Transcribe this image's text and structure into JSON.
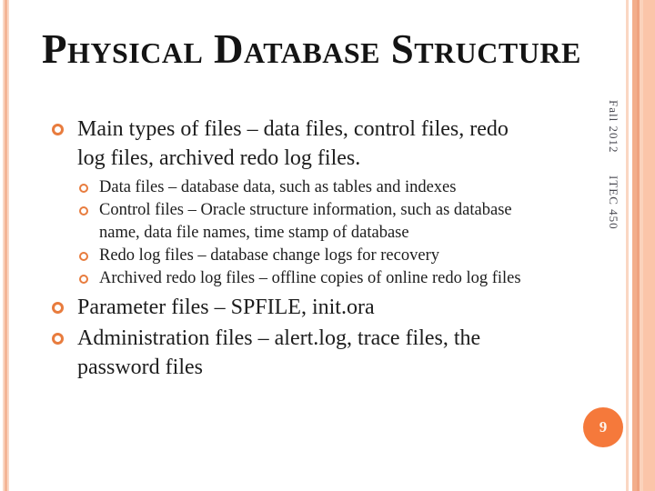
{
  "slide": {
    "title": "Physical Database Structure",
    "bullets": [
      {
        "level": 1,
        "lines": [
          "Main types of files – data files, control files, redo",
          "log files, archived redo log files."
        ]
      },
      {
        "level": 2,
        "lines": [
          "Data files – database data, such as tables and indexes"
        ]
      },
      {
        "level": 2,
        "lines": [
          "Control files – Oracle structure information, such as database",
          "name, data file names, time stamp of database"
        ]
      },
      {
        "level": 2,
        "lines": [
          "Redo log files – database change logs for recovery"
        ]
      },
      {
        "level": 2,
        "lines": [
          "Archived redo log files – offline copies of online redo log files"
        ]
      },
      {
        "level": 1,
        "lines": [
          "Parameter files – SPFILE, init.ora"
        ]
      },
      {
        "level": 1,
        "lines": [
          "Administration files – alert.log, trace files, the",
          "password files"
        ]
      }
    ]
  },
  "sidebar": {
    "date": "Fall 2012",
    "course": "ITEC 450"
  },
  "page_number": "9",
  "colors": {
    "bullet_ring": "#e87c3e",
    "page_circle": "#f5793b",
    "stripe_medium": "#f3b495",
    "stripe_light": "#fad8c6",
    "right_band": "#fbc5a9",
    "body_text": "#1d1d1d",
    "sidebar_text": "#4a4a52"
  }
}
